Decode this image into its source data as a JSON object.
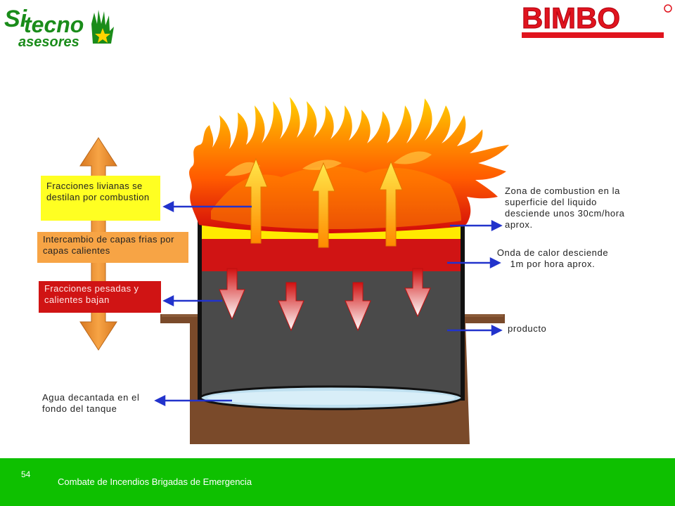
{
  "logos": {
    "left_line1": "Si",
    "left_line2": "tecno",
    "left_line3": "asesores",
    "right": "BIMBO"
  },
  "labels": {
    "fracciones_livianas": "Fracciones livianas se destilan por combustion",
    "intercambio": "Intercambio de capas frias por capas calientes",
    "fracciones_pesadas": "Fracciones pesadas y calientes bajan",
    "zona": "Zona de combustion en la superficie del liquido desciende unos 30cm/hora aprox.",
    "onda": "Onda de calor desciende 1m por hora aprox.",
    "producto": "producto",
    "agua": "Agua decantada en el fondo del tanque"
  },
  "colors": {
    "footer_green": "#0ec000",
    "box_yellow": "#ffff22",
    "box_orange": "#f7a445",
    "box_red": "#d01414",
    "arrow_blue": "#2233cc",
    "liquid": "#4a4a4a",
    "ground": "#7a4a2a",
    "water": "#bfe0f0"
  },
  "footer": {
    "page_number": "54",
    "text": "Combate de Incendios   Brigadas de Emergencia"
  }
}
